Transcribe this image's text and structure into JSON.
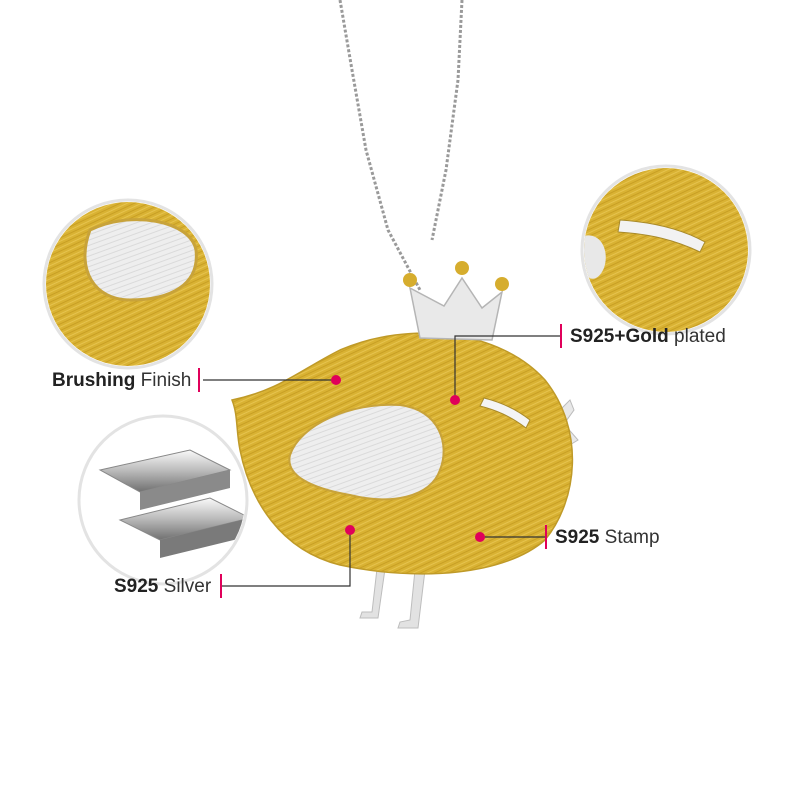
{
  "annotations": {
    "brushing": {
      "bold": "Brushing",
      "normal": "Finish"
    },
    "gold_plated": {
      "bold": "S925+Gold",
      "normal": "plated"
    },
    "stamp": {
      "bold": "S925",
      "normal": "Stamp"
    },
    "silver": {
      "bold": "S925",
      "normal": "Silver"
    }
  },
  "colors": {
    "accent": "#e0005a",
    "gold": "#d9b233",
    "silver": "#e6e6e6"
  }
}
